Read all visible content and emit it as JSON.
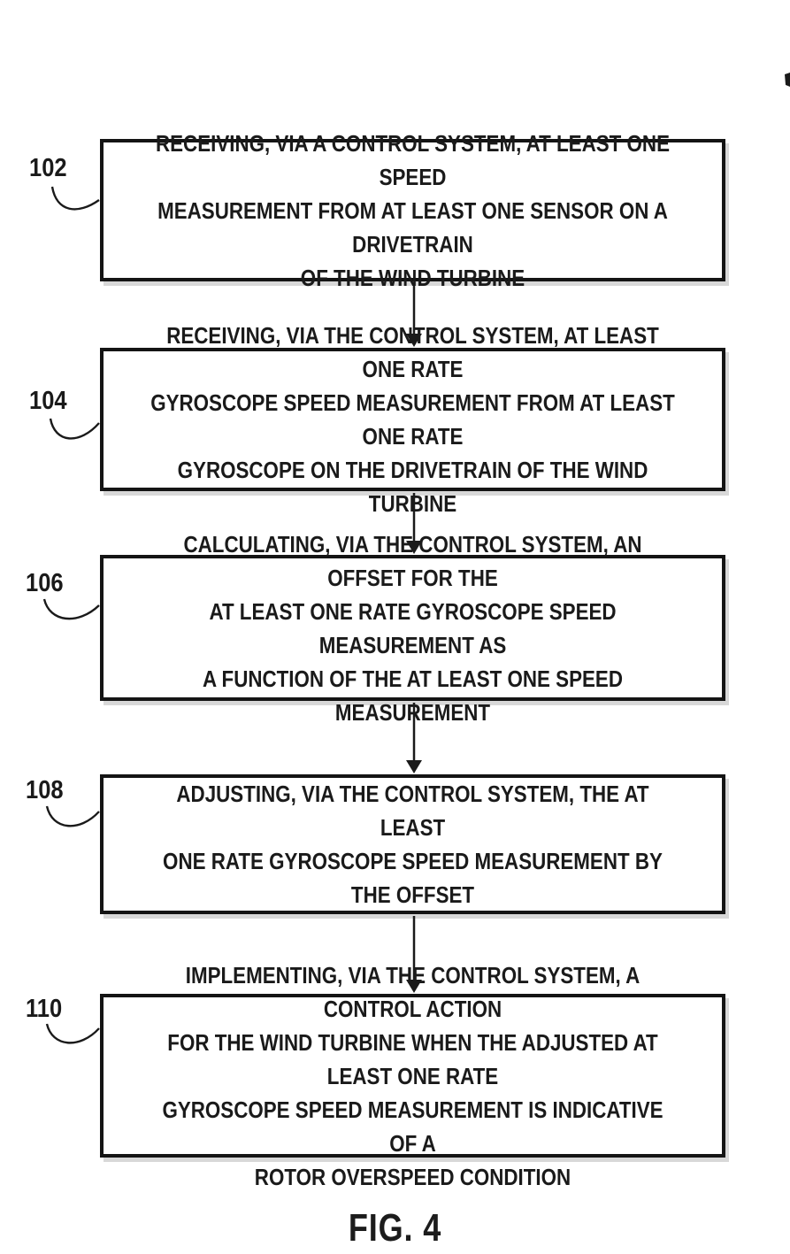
{
  "figure": {
    "caption": "FIG. 4",
    "type": "flowchart"
  },
  "colors": {
    "ink": "#1a1a1a",
    "background": "#ffffff"
  },
  "steps": [
    {
      "ref": "102",
      "lines": [
        "RECEIVING, VIA A CONTROL SYSTEM, AT LEAST ONE SPEED",
        "MEASUREMENT FROM AT LEAST ONE SENSOR ON A DRIVETRAIN",
        "OF THE WIND TURBINE"
      ]
    },
    {
      "ref": "104",
      "lines": [
        "RECEIVING, VIA THE CONTROL SYSTEM, AT LEAST ONE RATE",
        "GYROSCOPE SPEED MEASUREMENT FROM AT LEAST ONE RATE",
        "GYROSCOPE ON THE DRIVETRAIN OF THE WIND TURBINE"
      ]
    },
    {
      "ref": "106",
      "lines": [
        "CALCULATING, VIA THE CONTROL SYSTEM, AN OFFSET FOR THE",
        "AT LEAST ONE RATE GYROSCOPE SPEED MEASUREMENT AS",
        "A FUNCTION OF THE AT LEAST ONE SPEED MEASUREMENT"
      ]
    },
    {
      "ref": "108",
      "lines": [
        "ADJUSTING, VIA THE CONTROL SYSTEM, THE AT LEAST",
        "ONE RATE GYROSCOPE SPEED MEASUREMENT BY THE OFFSET"
      ]
    },
    {
      "ref": "110",
      "lines": [
        "IMPLEMENTING, VIA THE CONTROL SYSTEM, A CONTROL ACTION",
        "FOR THE WIND TURBINE WHEN THE ADJUSTED AT LEAST ONE RATE",
        "GYROSCOPE SPEED MEASUREMENT IS INDICATIVE OF A",
        "ROTOR OVERSPEED CONDITION"
      ]
    }
  ]
}
